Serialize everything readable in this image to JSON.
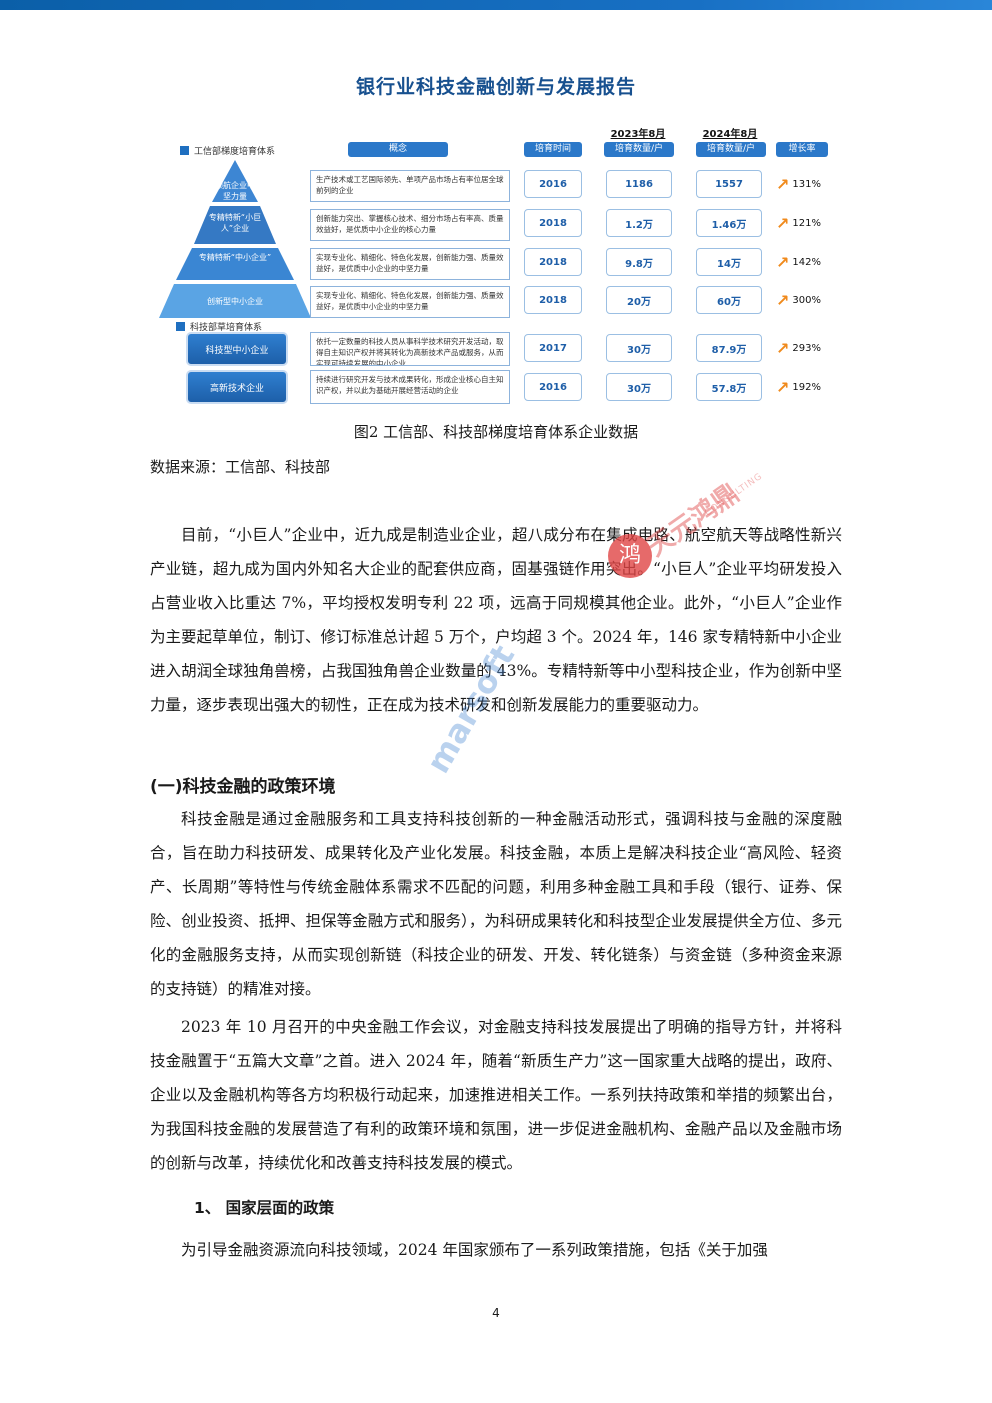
{
  "report_title": "银行业科技金融创新与发展报告",
  "figure": {
    "section_a_label": "工信部梯度培育体系",
    "section_b_label": "科技部草培育体系",
    "headers": {
      "concept": "概念",
      "year_col": "培育时间",
      "period_2023": "2023年8月",
      "period_2024": "2024年8月",
      "count": "培育数量/户",
      "growth": "增长率"
    },
    "pyramid_labels": [
      "领航企业中坚力量",
      "专精特新“小巨人”企业",
      "专精特新“中小企业”",
      "创新型中小企业"
    ],
    "rows": [
      {
        "desc": "生产技术或工艺国际领先、单项产品市场占有率位居全球前列的企业",
        "year": "2016",
        "v2023": "1186",
        "v2024": "1557",
        "growth": "131%"
      },
      {
        "desc": "创新能力突出、掌握核心技术、细分市场占有率高、质量效益好，是优质中小企业的核心力量",
        "year": "2018",
        "v2023": "1.2万",
        "v2024": "1.46万",
        "growth": "121%"
      },
      {
        "desc": "实现专业化、精细化、特色化发展，创新能力强、质量效益好，是优质中小企业的中坚力量",
        "year": "2018",
        "v2023": "9.8万",
        "v2024": "14万",
        "growth": "142%"
      },
      {
        "desc": "实现专业化、精细化、特色化发展，创新能力强、质量效益好，是优质中小企业的中坚力量",
        "year": "2018",
        "v2023": "20万",
        "v2024": "60万",
        "growth": "300%"
      },
      {
        "label": "科技型中小企业",
        "desc": "依托一定数量的科技人员从事科学技术研究开发活动，取得自主知识产权并将其转化为高新技术产品或服务，从而实现可持续发展的中小企业",
        "year": "2017",
        "v2023": "30万",
        "v2024": "87.9万",
        "growth": "293%"
      },
      {
        "label": "高新技术企业",
        "desc": "持续进行研究开发与技术成果转化，形成企业核心自主知识产权，并以此为基础开展经营活动的企业",
        "year": "2016",
        "v2023": "30万",
        "v2024": "57.8万",
        "growth": "192%"
      }
    ]
  },
  "caption": "图2 工信部、科技部梯度培育体系企业数据",
  "source": "数据来源：工信部、科技部",
  "para1": "目前，“小巨人”企业中，近九成是制造业企业，超八成分布在集成电路、航空航天等战略性新兴产业链，超九成为国内外知名大企业的配套供应商，固基强链作用突出。“小巨人”企业平均研发投入占营业收入比重达 7%，平均授权发明专利 22 项，远高于同规模其他企业。此外，“小巨人”企业作为主要起草单位，制订、修订标准总计超 5 万个，户均超 3 个。2024 年，146 家专精特新中小企业进入胡润全球独角兽榜，占我国独角兽企业数量的 43%。专精特新等中小型科技企业，作为创新中坚力量，逐步表现出强大的韧性，正在成为技术研发和创新发展能力的重要驱动力。",
  "section_heading": "(一)科技金融的政策环境",
  "para2": "科技金融是通过金融服务和工具支持科技创新的一种金融活动形式，强调科技与金融的深度融合，旨在助力科技研发、成果转化及产业化发展。科技金融，本质上是解决科技企业“高风险、轻资产、长周期”等特性与传统金融体系需求不匹配的问题，利用多种金融工具和手段（银行、证券、保险、创业投资、抵押、担保等金融方式和服务），为科研成果转化和科技型企业发展提供全方位、多元化的金融服务支持，从而实现创新链（科技企业的研发、开发、转化链条）与资金链（多种资金来源的支持链）的精准对接。",
  "para3": "2023 年 10 月召开的中央金融工作会议，对金融支持科技发展提出了明确的指导方针，并将科技金融置于“五篇大文章”之首。进入 2024 年，随着“新质生产力”这一国家重大战略的提出，政府、企业以及金融机构等各方均积极行动起来，加速推进相关工作。一系列扶持政策和举措的频繁出台，为我国科技金融的发展营造了有利的政策环境和氛围，进一步促进金融机构、金融产品以及金融市场的创新与改革，持续优化和改善支持科技发展的模式。",
  "sub_heading": "1、 国家层面的政策",
  "para4": "为引导金融资源流向科技领域，2024 年国家颁布了一系列政策措施，包括《关于加强",
  "page_number": "4",
  "watermark": {
    "brand": "天元鸿鼎",
    "brand_sub": "CONSULTING",
    "logo_char": "鸿",
    "blue": "marsoft"
  }
}
